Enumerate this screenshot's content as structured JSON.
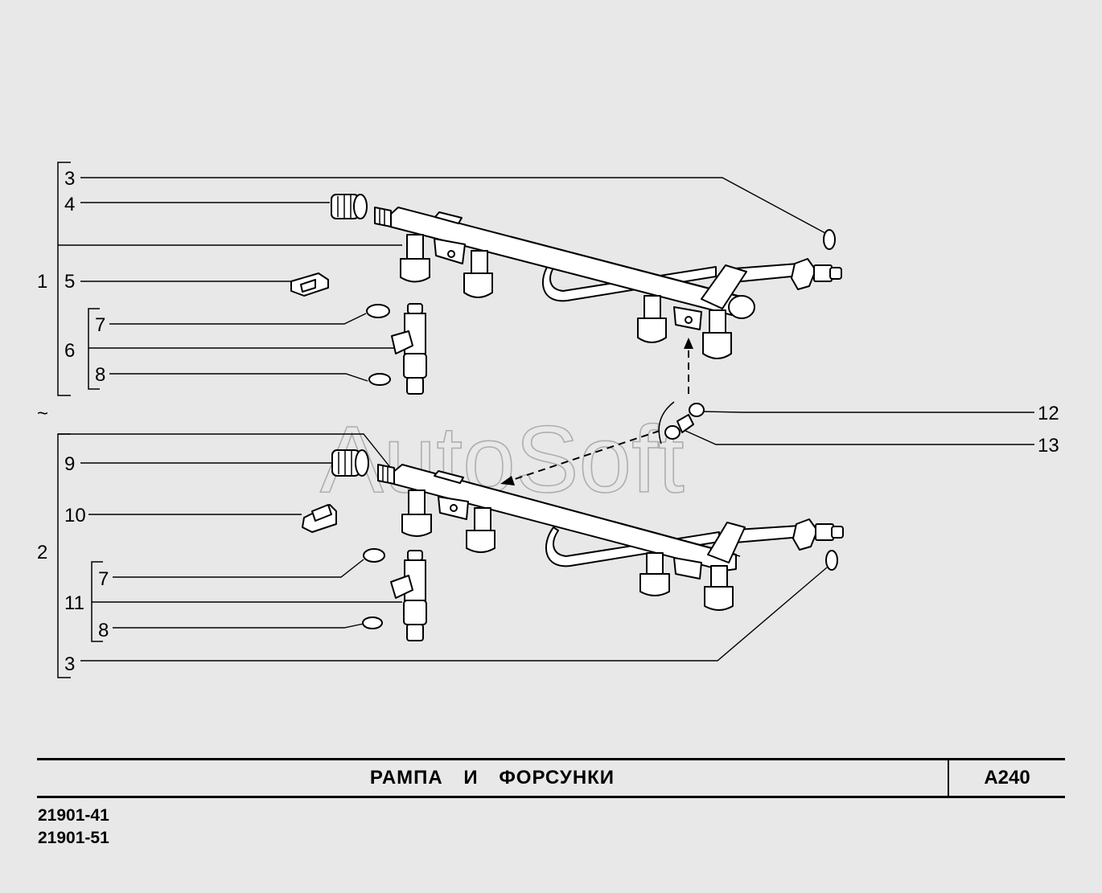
{
  "title": "РАМПА   И   ФОРСУНКИ",
  "page_code": "A240",
  "models": [
    "21901-41",
    "21901-51"
  ],
  "watermark": "AutoSoft",
  "assembly_separator": "~",
  "callouts": {
    "c3_top": "3",
    "c4": "4",
    "c1": "1",
    "c5": "5",
    "c7_top": "7",
    "c6": "6",
    "c8_top": "8",
    "c12": "12",
    "c13": "13",
    "c9": "9",
    "c10": "10",
    "c2": "2",
    "c7_bottom": "7",
    "c11": "11",
    "c8_bottom": "8",
    "c3_bottom": "3"
  }
}
